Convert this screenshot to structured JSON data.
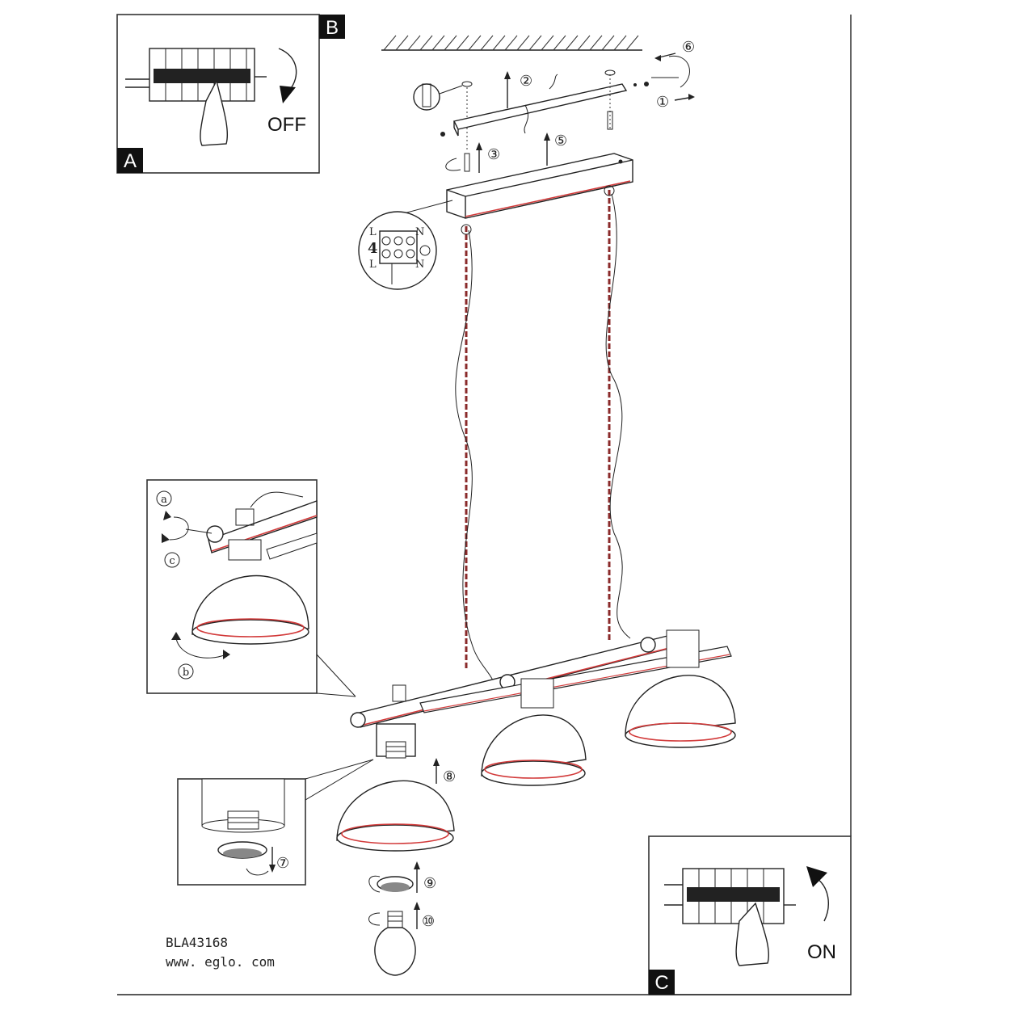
{
  "panels": {
    "a_tag": "A",
    "b_tag": "B",
    "c_tag": "C",
    "off_label": "OFF",
    "on_label": "ON"
  },
  "steps": {
    "s1": "①",
    "s2": "②",
    "s3": "③",
    "s4": "4",
    "s5": "⑤",
    "s6": "⑥",
    "s7": "⑦",
    "s8": "⑧",
    "s9": "⑨",
    "s10": "⑩",
    "sa": "a",
    "sb": "b",
    "sc": "c"
  },
  "terminal": {
    "l_top": "L",
    "n_top": "N",
    "l_bottom": "L",
    "n_bottom": "N"
  },
  "footer": {
    "model": "BLA43168",
    "website": "www. eglo. com"
  },
  "colors": {
    "accent": "#d23a3a",
    "line": "#222222"
  }
}
